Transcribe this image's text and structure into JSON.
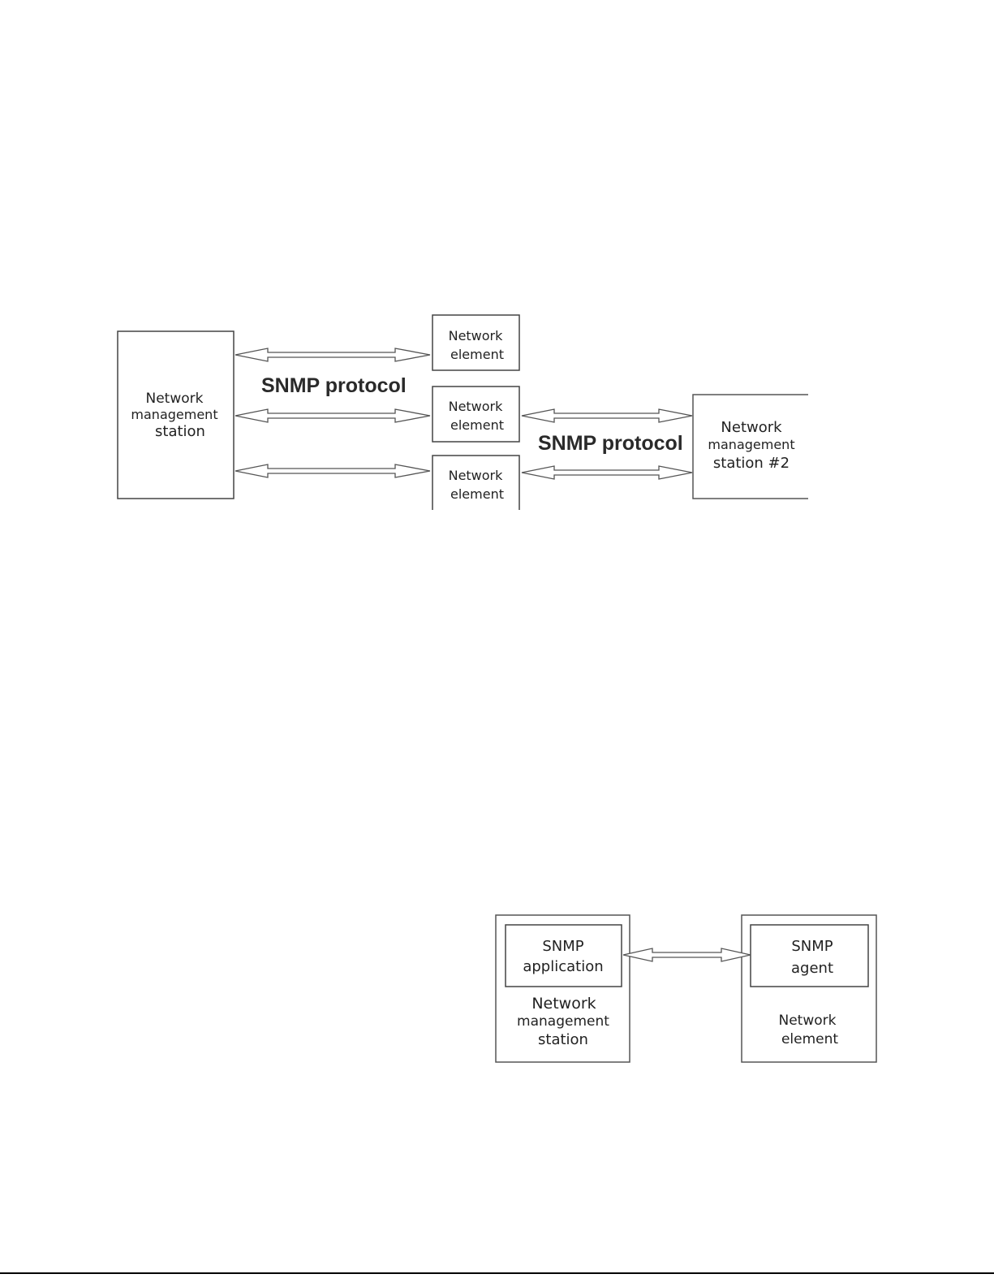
{
  "figure1": {
    "station": {
      "line1": "Network",
      "line2": "management",
      "line3": "station"
    },
    "elements": [
      {
        "line1": "Network",
        "line2": "element"
      },
      {
        "line1": "Network",
        "line2": "element"
      },
      {
        "line1": "Network",
        "line2": "element"
      }
    ],
    "station2": {
      "line1": "Network",
      "line2": "management",
      "line3": "station #2"
    },
    "protocol_label_left": "SNMP protocol",
    "protocol_label_right": "SNMP protocol"
  },
  "figure2": {
    "station": {
      "inner_line1": "SNMP",
      "inner_line2": "application",
      "line1": "Network",
      "line2": "management",
      "line3": "station"
    },
    "element": {
      "inner_line1": "SNMP",
      "inner_line2": "agent",
      "line1": "Network",
      "line2": "element"
    }
  }
}
